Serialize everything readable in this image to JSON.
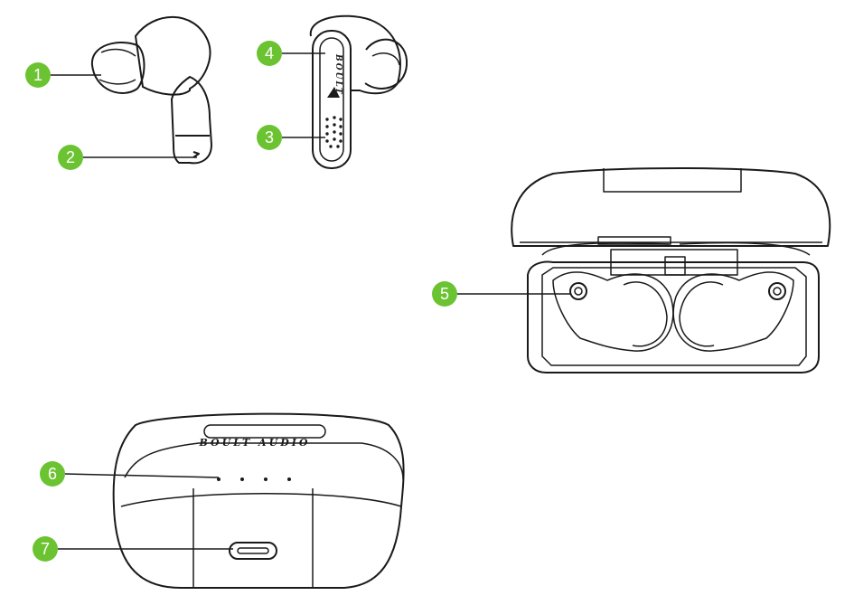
{
  "diagram": {
    "callouts": [
      {
        "number": "1",
        "part": "ear-tip"
      },
      {
        "number": "2",
        "part": "earbud-stem-tip"
      },
      {
        "number": "3",
        "part": "microphone-grille"
      },
      {
        "number": "4",
        "part": "touch-panel"
      },
      {
        "number": "5",
        "part": "charging-contacts"
      },
      {
        "number": "6",
        "part": "battery-indicator-leds"
      },
      {
        "number": "7",
        "part": "usb-c-port"
      }
    ],
    "earbud_brand": "BOULT",
    "case_brand": "BOULT AUDIO",
    "colors": {
      "callout_fill": "#6cc332",
      "line": "#1a1a1a",
      "background": "#ffffff"
    }
  }
}
